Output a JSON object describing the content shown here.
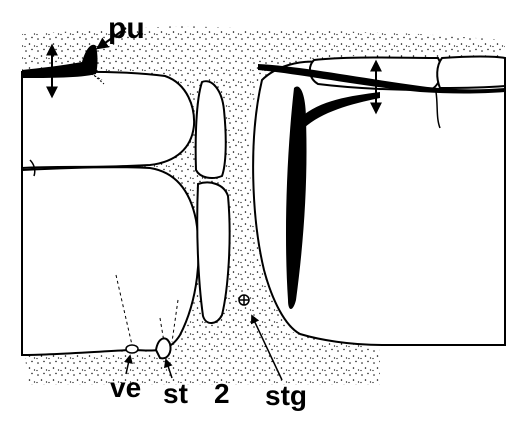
{
  "labels": {
    "pu": "pu",
    "ve": "ve",
    "st": "st",
    "cell_2": "2",
    "stg": "stg"
  },
  "colors": {
    "ink": "#000000",
    "background": "#ffffff",
    "cell_fill": "#ffffff"
  }
}
